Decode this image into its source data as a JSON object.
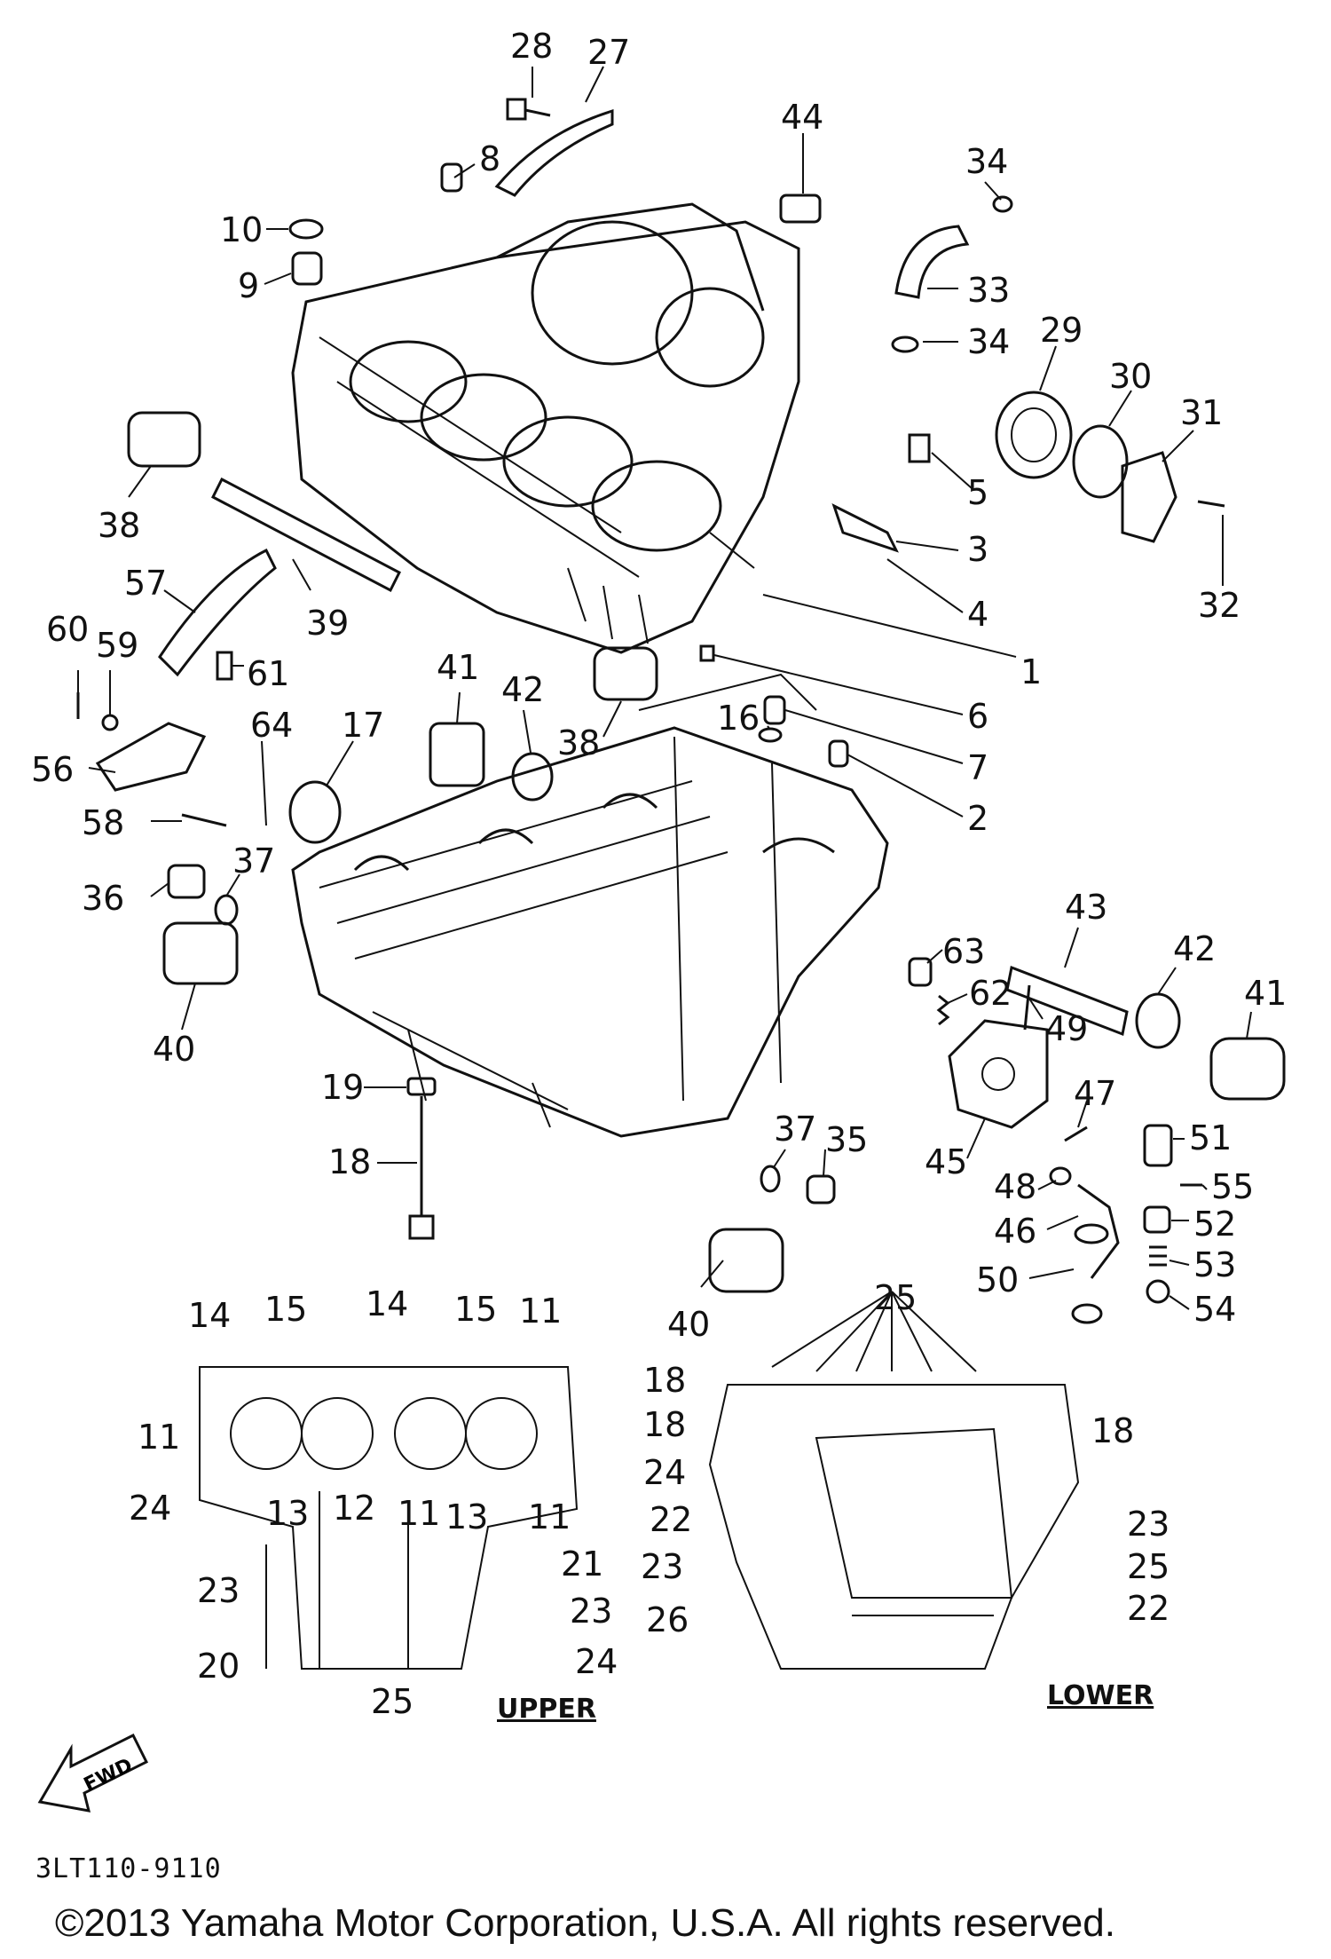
{
  "callouts": [
    "28",
    "27",
    "8",
    "44",
    "34",
    "33",
    "34",
    "29",
    "30",
    "31",
    "32",
    "10",
    "9",
    "5",
    "3",
    "4",
    "1",
    "38",
    "39",
    "57",
    "60",
    "59",
    "61",
    "6",
    "7",
    "2",
    "16",
    "41",
    "42",
    "38",
    "17",
    "64",
    "56",
    "58",
    "37",
    "36",
    "40",
    "43",
    "42",
    "41",
    "63",
    "62",
    "49",
    "47",
    "19",
    "18",
    "37",
    "35",
    "45",
    "48",
    "51",
    "55",
    "52",
    "53",
    "54",
    "46",
    "50",
    "40",
    "25"
  ],
  "upper_callouts": [
    "14",
    "15",
    "14",
    "15",
    "11",
    "11",
    "13",
    "12",
    "11",
    "13",
    "11",
    "24",
    "23",
    "21",
    "23",
    "20",
    "24",
    "25"
  ],
  "lower_callouts": [
    "18",
    "18",
    "18",
    "24",
    "22",
    "23",
    "26",
    "23",
    "25",
    "22"
  ],
  "sections": {
    "upper": "UPPER",
    "lower": "LOWER"
  },
  "fwd_label": "FWD",
  "part_code": "3LT110-9110",
  "copyright": "©2013 Yamaha Motor Corporation, U.S.A. All rights reserved."
}
